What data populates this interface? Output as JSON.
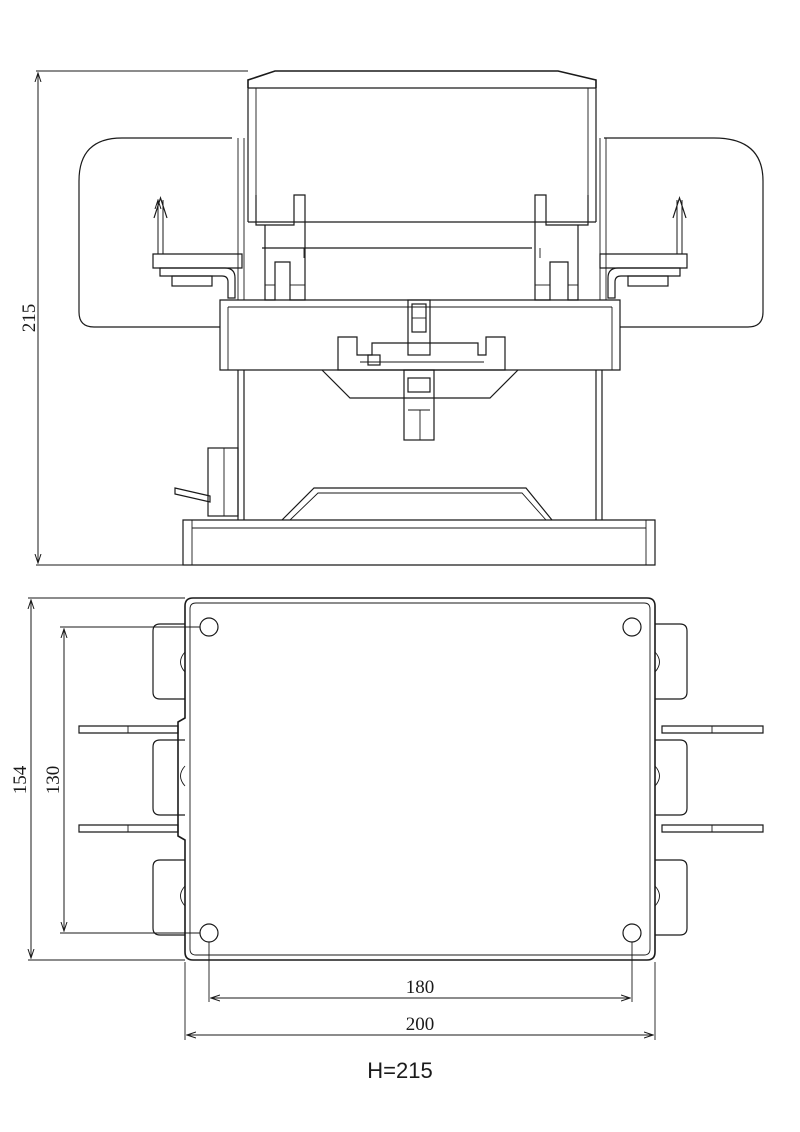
{
  "drawing": {
    "side_view": {
      "height_dimension": "215"
    },
    "top_view": {
      "depth_dimension": "154",
      "hole_depth_dimension": "130",
      "hole_width_dimension": "180",
      "width_dimension": "200"
    },
    "height_note": "H=215"
  }
}
